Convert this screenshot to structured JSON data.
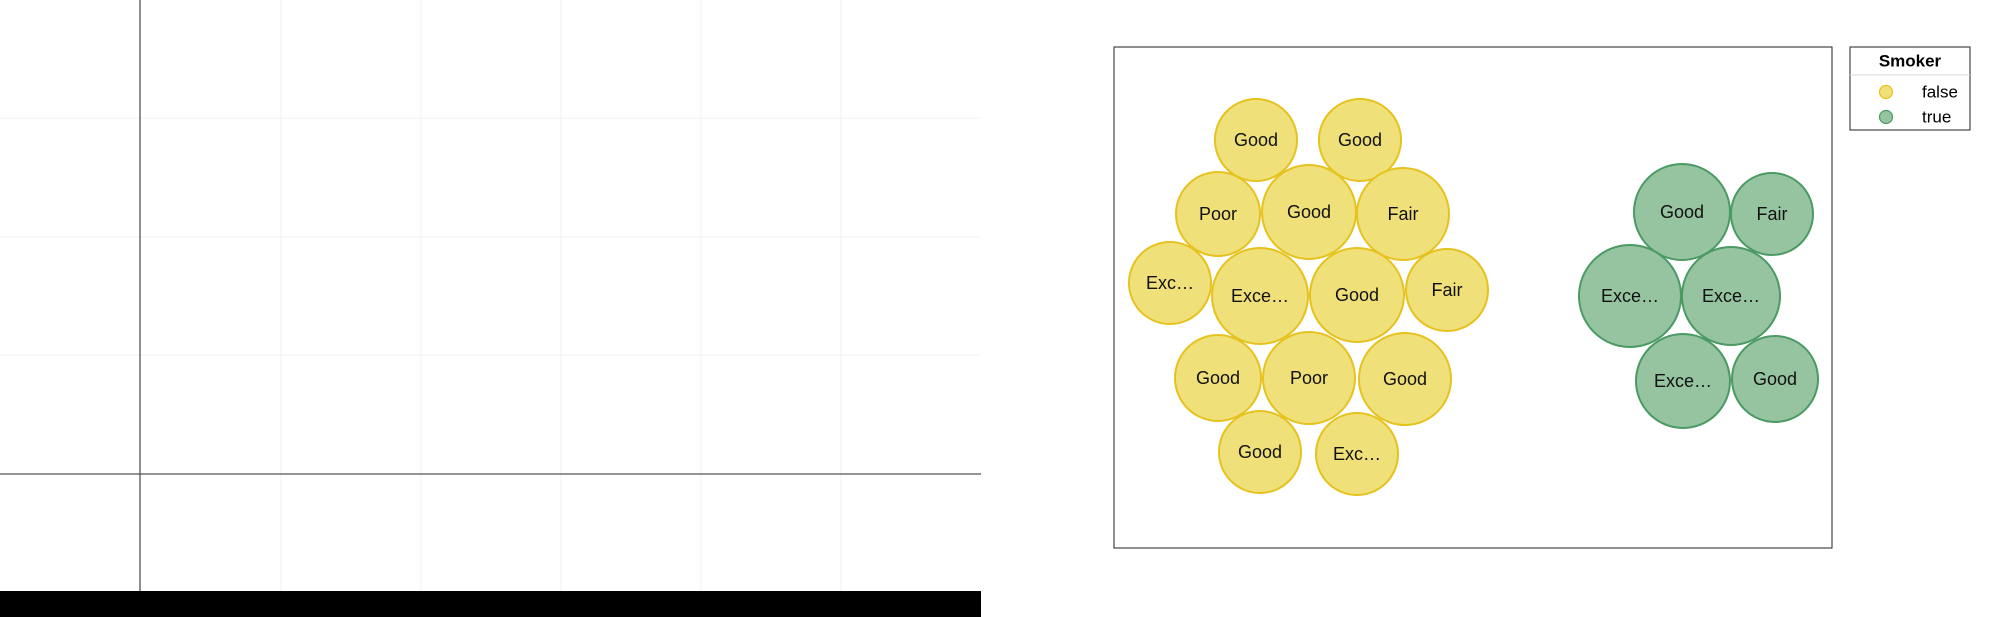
{
  "chart_data": {
    "type": "bubble-pack",
    "legend": {
      "title": "Smoker",
      "placement": "top-right",
      "entries": [
        {
          "label": "false",
          "color": "#f0e07a",
          "stroke": "#e6c21f"
        },
        {
          "label": "true",
          "color": "#96c4a0",
          "stroke": "#4a9a63"
        }
      ]
    },
    "groups": [
      {
        "name": "false",
        "bubbles": [
          {
            "label": "Good",
            "value": 1
          },
          {
            "label": "Good",
            "value": 1
          },
          {
            "label": "Poor",
            "value": 1
          },
          {
            "label": "Good",
            "value": 1.3
          },
          {
            "label": "Fair",
            "value": 1.2
          },
          {
            "label": "Exc…",
            "value": 0.9
          },
          {
            "label": "Exce…",
            "value": 1.3
          },
          {
            "label": "Good",
            "value": 1.3
          },
          {
            "label": "Fair",
            "value": 0.9
          },
          {
            "label": "Good",
            "value": 1
          },
          {
            "label": "Poor",
            "value": 1.2
          },
          {
            "label": "Good",
            "value": 1.2
          },
          {
            "label": "Good",
            "value": 1
          },
          {
            "label": "Exc…",
            "value": 0.9
          }
        ]
      },
      {
        "name": "true",
        "bubbles": [
          {
            "label": "Good",
            "value": 1.3
          },
          {
            "label": "Fair",
            "value": 0.9
          },
          {
            "label": "Exce…",
            "value": 1.5
          },
          {
            "label": "Exce…",
            "value": 1.4
          },
          {
            "label": "Exce…",
            "value": 1.3
          },
          {
            "label": "Good",
            "value": 1.0
          }
        ]
      }
    ]
  }
}
